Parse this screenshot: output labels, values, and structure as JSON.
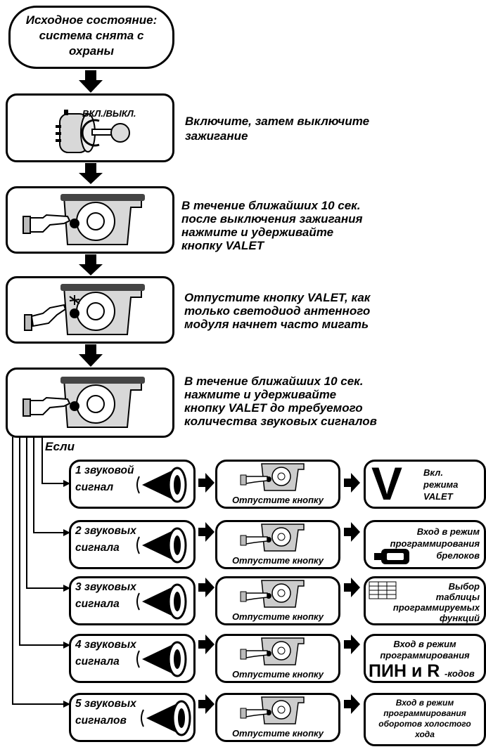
{
  "start": {
    "lines": [
      "Исходное состояние:",
      "система снята с",
      "охраны"
    ]
  },
  "step1": {
    "key_label": "ВКЛ./ВЫКЛ.",
    "text": [
      "Включите, затем выключите",
      "зажигание"
    ]
  },
  "step2": {
    "text": [
      "В течение ближайших 10 сек.",
      "после выключения зажигания",
      "нажмите и удерживайте",
      "кнопку VALET"
    ]
  },
  "step3": {
    "text": [
      "Отпустите кнопку VALET, как",
      "только светодиод антенного",
      "модуля начнет часто мигать"
    ]
  },
  "step4": {
    "text": [
      "В течение ближайших 10 сек.",
      "нажмите и удерживайте",
      "кнопку VALET до требуемого",
      "количества звуковых сигналов"
    ]
  },
  "if_label": "Если",
  "branches": [
    {
      "signal": [
        "1 звуковой",
        "сигнал"
      ],
      "release": "Отпустите кнопку",
      "result": [
        "Вкл.",
        "режима",
        "VALET"
      ],
      "result_big": "V"
    },
    {
      "signal": [
        "2 звуковых",
        "сигнала"
      ],
      "release": "Отпустите кнопку",
      "result": [
        "Вход в режим",
        "программирования",
        "брелоков"
      ]
    },
    {
      "signal": [
        "3 звуковых",
        "сигнала"
      ],
      "release": "Отпустите кнопку",
      "result": [
        "Выбор",
        "таблицы",
        "программируемых",
        "функций"
      ]
    },
    {
      "signal": [
        "4 звуковых",
        "сигнала"
      ],
      "release": "Отпустите кнопку",
      "result": [
        "Вход в режим",
        "программирования"
      ],
      "result_big": "ПИН и R",
      "result_suffix": "-кодов"
    },
    {
      "signal": [
        "5 звуковых",
        "сигналов"
      ],
      "release": "Отпустите кнопку",
      "result": [
        "Вход в режим",
        "программирования",
        "оборотов холостого",
        "хода"
      ]
    }
  ]
}
